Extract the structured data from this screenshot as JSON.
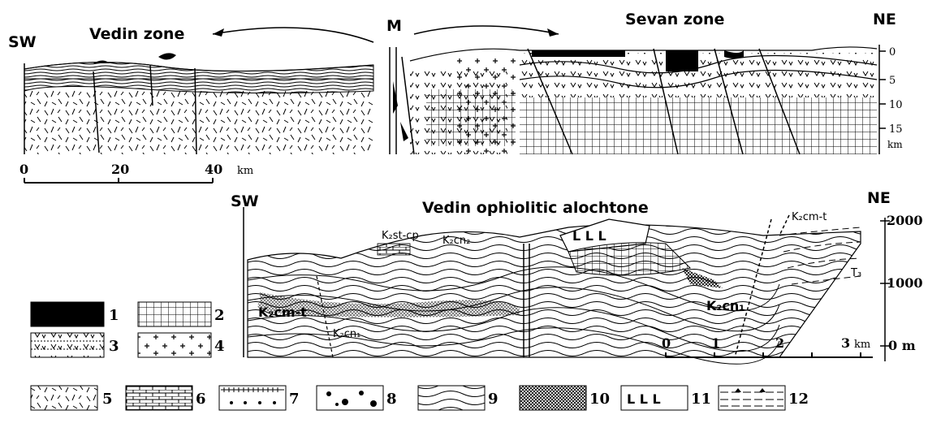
{
  "top_section": {
    "sw_label": "SW",
    "ne_label": "NE",
    "m_label": "M",
    "vedin_zone": "Vedin zone",
    "sevan_zone": "Sevan zone",
    "depth_ticks": [
      "0",
      "5",
      "10",
      "15"
    ],
    "depth_unit": "km",
    "scale_ticks": [
      "0",
      "20",
      "40"
    ],
    "scale_unit": "km"
  },
  "bottom_section": {
    "sw_label": "SW",
    "ne_label": "NE",
    "title": "Vedin ophiolitic alochtone",
    "elev_ticks": [
      "2000",
      "1000",
      "0 m"
    ],
    "scale_ticks": [
      "0",
      "1",
      "2",
      "3"
    ],
    "scale_unit": "km",
    "labels": {
      "k2st_cp": "K₂st-cp",
      "k2cn2": "K₂cn₂",
      "k2cm_t_right": "K₂cm-t",
      "t3": "T₃",
      "k2cm_t_left": "K₂cm-t",
      "k2cn1_left": "K₂cn₁",
      "k2cn1_right": "K₂cn₁"
    }
  },
  "legend": {
    "items": [
      {
        "num": "1",
        "pattern": "solid-black"
      },
      {
        "num": "2",
        "pattern": "grid"
      },
      {
        "num": "3",
        "pattern": "dotted-v-layers"
      },
      {
        "num": "4",
        "pattern": "crosses"
      },
      {
        "num": "5",
        "pattern": "dashes"
      },
      {
        "num": "6",
        "pattern": "bricks"
      },
      {
        "num": "7",
        "pattern": "hatched-dots"
      },
      {
        "num": "8",
        "pattern": "conglomerate"
      },
      {
        "num": "9",
        "pattern": "folded-v"
      },
      {
        "num": "10",
        "pattern": "crosshatch-dense"
      },
      {
        "num": "11",
        "pattern": "l-symbols"
      },
      {
        "num": "12",
        "pattern": "thrust-lines"
      }
    ]
  }
}
